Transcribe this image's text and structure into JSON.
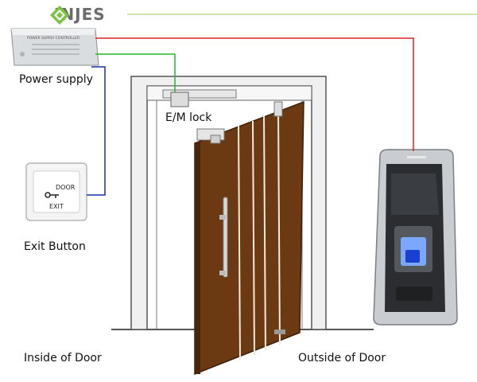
{
  "brand": {
    "name": "INJES"
  },
  "labels": {
    "power_supply": "Power supply",
    "em_lock": "E/M lock",
    "exit_button": "Exit Button",
    "inside_door": "Inside of Door",
    "outside_door": "Outside of Door"
  },
  "device_text": {
    "supply_header": "POWER SUPPLY CONTROLLER",
    "exit_top": "DOOR",
    "exit_bottom": "EXIT"
  },
  "colors": {
    "accent": "#7cc243",
    "wire_red": "#e02020",
    "wire_green": "#22bb22",
    "wire_blue": "#1c2fa8",
    "door": "#6b3a12"
  }
}
